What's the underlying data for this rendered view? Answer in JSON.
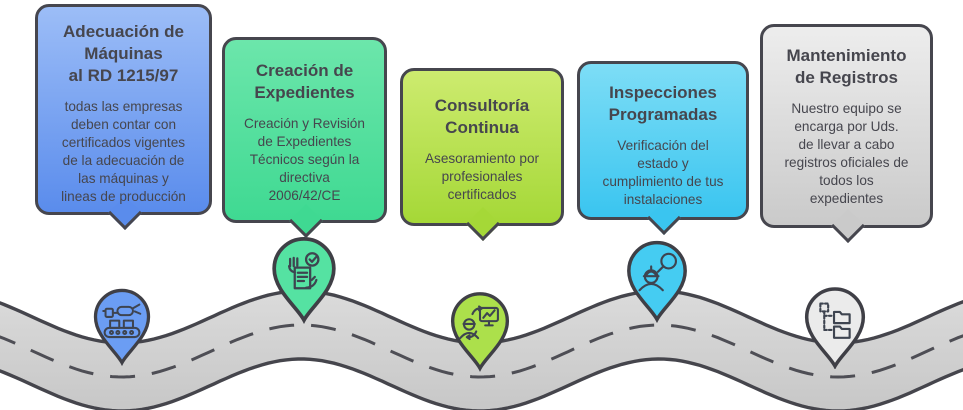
{
  "infographic": {
    "kind": "service-roadmap",
    "stages": [
      {
        "title": "Adecuación de\nMáquinas\nal RD 1215/97",
        "description": "todas las empresas\ndeben contar con\ncertificados vigentes\nde la adecuación de\nlas máquinas y\nlineas de producción",
        "icon": "machine-conveyor-icon",
        "color_top": "#9CBDF7",
        "color_bottom": "#5A8CEC",
        "pin_color": "#6B9DF3"
      },
      {
        "title": "Creación de\nExpedientes",
        "description": "Creación y Revisión\nde Expedientes\nTécnicos según la\ndirectiva\n2006/42/CE",
        "icon": "document-hands-check-icon",
        "color_top": "#6CE6AB",
        "color_bottom": "#3FD992",
        "pin_color": "#55E2A2"
      },
      {
        "title": "Consultoría\nContinua",
        "description": "Asesoramiento por\nprofesionales\ncertificados",
        "icon": "person-monitor-sync-icon",
        "color_top": "#CDEB6F",
        "color_bottom": "#A5D837",
        "pin_color": "#ACE04B"
      },
      {
        "title": "Inspecciones\nProgramadas",
        "description": "Verificación del\nestado y\ncumplimiento de tus\ninstalaciones",
        "icon": "person-magnifier-icon",
        "color_top": "#7DDDF6",
        "color_bottom": "#3AC5F0",
        "pin_color": "#45CCF2"
      },
      {
        "title": "Mantenimiento\nde Registros",
        "description": "Nuestro equipo se\nencarga por Uds.\nde llevar a cabo\nregistros oficiales de\ntodos los\nexpedientes",
        "icon": "folder-tree-icon",
        "color_top": "#EDEDED",
        "color_bottom": "#CACACA",
        "pin_color": "#EBEBEB"
      }
    ],
    "road": {
      "surface_top": "#DBDBDB",
      "surface_bottom": "#C7C7C7",
      "outline": "#45454C",
      "centerline": "#4E4E55"
    },
    "text_color": "#46464E"
  }
}
